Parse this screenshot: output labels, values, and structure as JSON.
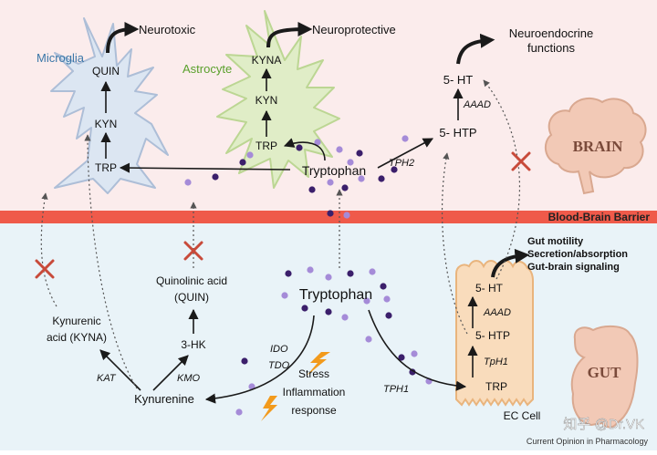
{
  "colors": {
    "brain_bg": "#fbecec",
    "gut_bg": "#e9f3f8",
    "barrier": "#ef5a4a",
    "arrow": "#1a1a1a",
    "dotted": "#555555",
    "cross": "#c84a3a",
    "microglia_fill": "#dbe6f3",
    "microglia_stroke": "#a9bcd6",
    "astrocyte_fill": "#dfeec6",
    "astrocyte_stroke": "#b9d58f",
    "dot_dark": "#3b1f6b",
    "dot_light": "#a58bd8",
    "ec_cell_fill": "#f9dcbc",
    "ec_cell_stroke": "#e9b47d",
    "lightning": "#f29a1c",
    "organ_fill": "#f2c9b6",
    "organ_stroke": "#d9a890"
  },
  "brain": {
    "microglia_label": "Microglia",
    "astrocyte_label": "Astrocyte",
    "microglia": {
      "quin": "QUIN",
      "kyn": "KYN",
      "trp": "TRP"
    },
    "astrocyte": {
      "kyna": "KYNA",
      "kyn": "KYN",
      "trp": "TRP"
    },
    "neurotoxic": "Neurotoxic",
    "neuroprotective": "Neuroprotective",
    "neuroendocrine_line1": "Neuroendocrine",
    "neuroendocrine_line2": "functions",
    "tryptophan": "Tryptophan",
    "tph2": "TPH2",
    "htp": "5- HTP",
    "aaad": "AAAD",
    "ht": "5- HT",
    "organ_label": "BRAIN"
  },
  "barrier_label": "Blood-Brain Barrier",
  "gut": {
    "tryptophan": "Tryptophan",
    "quinolinic_line1": "Quinolinic acid",
    "quinolinic_line2": "(QUIN)",
    "hk": "3-HK",
    "kmo": "KMO",
    "kynurenic_line1": "Kynurenic",
    "kynurenic_line2": "acid (KYNA)",
    "kat": "KAT",
    "kynurenine": "Kynurenine",
    "ido": "IDO",
    "tdo": "TDO",
    "stress_line1": "Stress",
    "stress_line2": "Inflammation",
    "stress_line3": "response",
    "tph1_side": "TPH1",
    "ec_trp": "TRP",
    "ec_tph1": "TpH1",
    "ec_htp": "5- HTP",
    "ec_aaad": "AAAD",
    "ec_ht": "5- HT",
    "ec_cell_label": "EC Cell",
    "functions": [
      "Gut motility",
      "Secretion/absorption",
      "Gut-brain signaling"
    ],
    "organ_label": "GUT"
  },
  "watermark": "知乎 @Dr.VK",
  "credit": "Current Opinion in Pharmacology"
}
